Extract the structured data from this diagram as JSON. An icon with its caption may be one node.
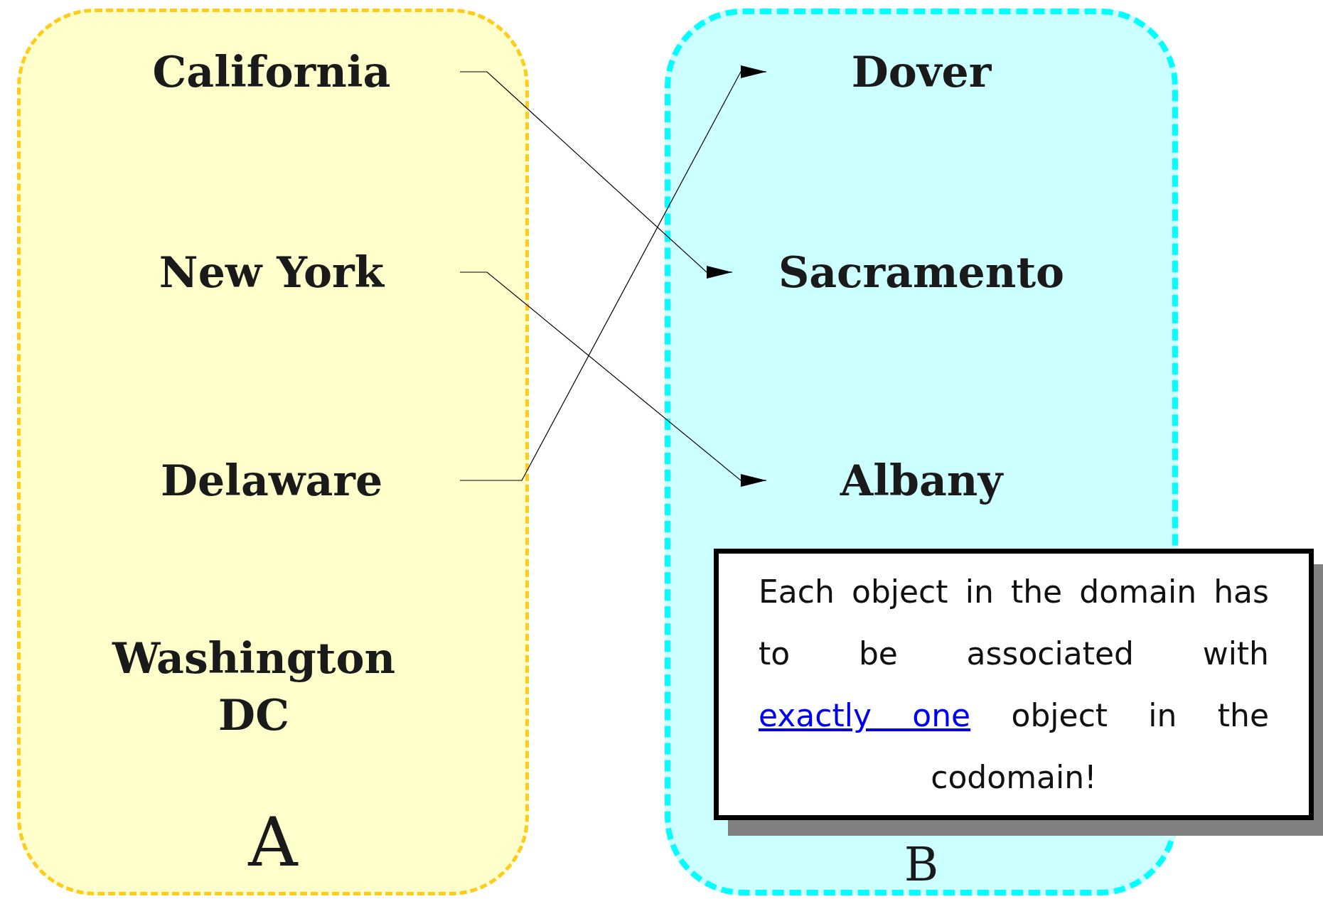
{
  "diagram": {
    "nodes": [
      {
        "text": [
          "A"
        ]
      },
      {
        "text": [
          "California"
        ],
        "in": 0
      },
      {
        "text": [
          "New York"
        ],
        "in": 0
      },
      {
        "text": [
          "Delaware"
        ],
        "in": 0
      },
      {
        "text": [
          "Washington DC"
        ],
        "in": 0
      },
      {
        "text": [
          "B"
        ]
      },
      {
        "text": [
          "Dover"
        ],
        "in": 5
      },
      {
        "text": [
          "Sacramento"
        ],
        "in": 5
      },
      {
        "text": [
          "Albany"
        ],
        "in": 5
      },
      {
        "text": [
          "Each object in the domain has to be associated with **exactly one** object in the codomain!"
        ]
      }
    ],
    "edges": [
      {
        "from": 1,
        "to": 7,
        "arrow": "to"
      },
      {
        "from": 2,
        "to": 8,
        "arrow": "to"
      },
      {
        "from": 3,
        "to": 6,
        "arrow": "to"
      }
    ]
  }
}
